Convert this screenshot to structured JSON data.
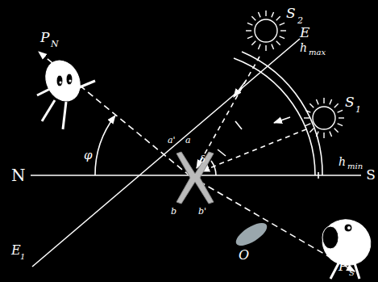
{
  "diagram": {
    "labels": [
      "P",
      "N",
      "S",
      "2",
      "E",
      "h",
      "max",
      "S",
      "1",
      "h",
      "min",
      "N",
      "S",
      "φ",
      "a'",
      "a",
      "δ",
      "b",
      "b'",
      "E",
      "1",
      "O",
      "P",
      "S"
    ]
  }
}
